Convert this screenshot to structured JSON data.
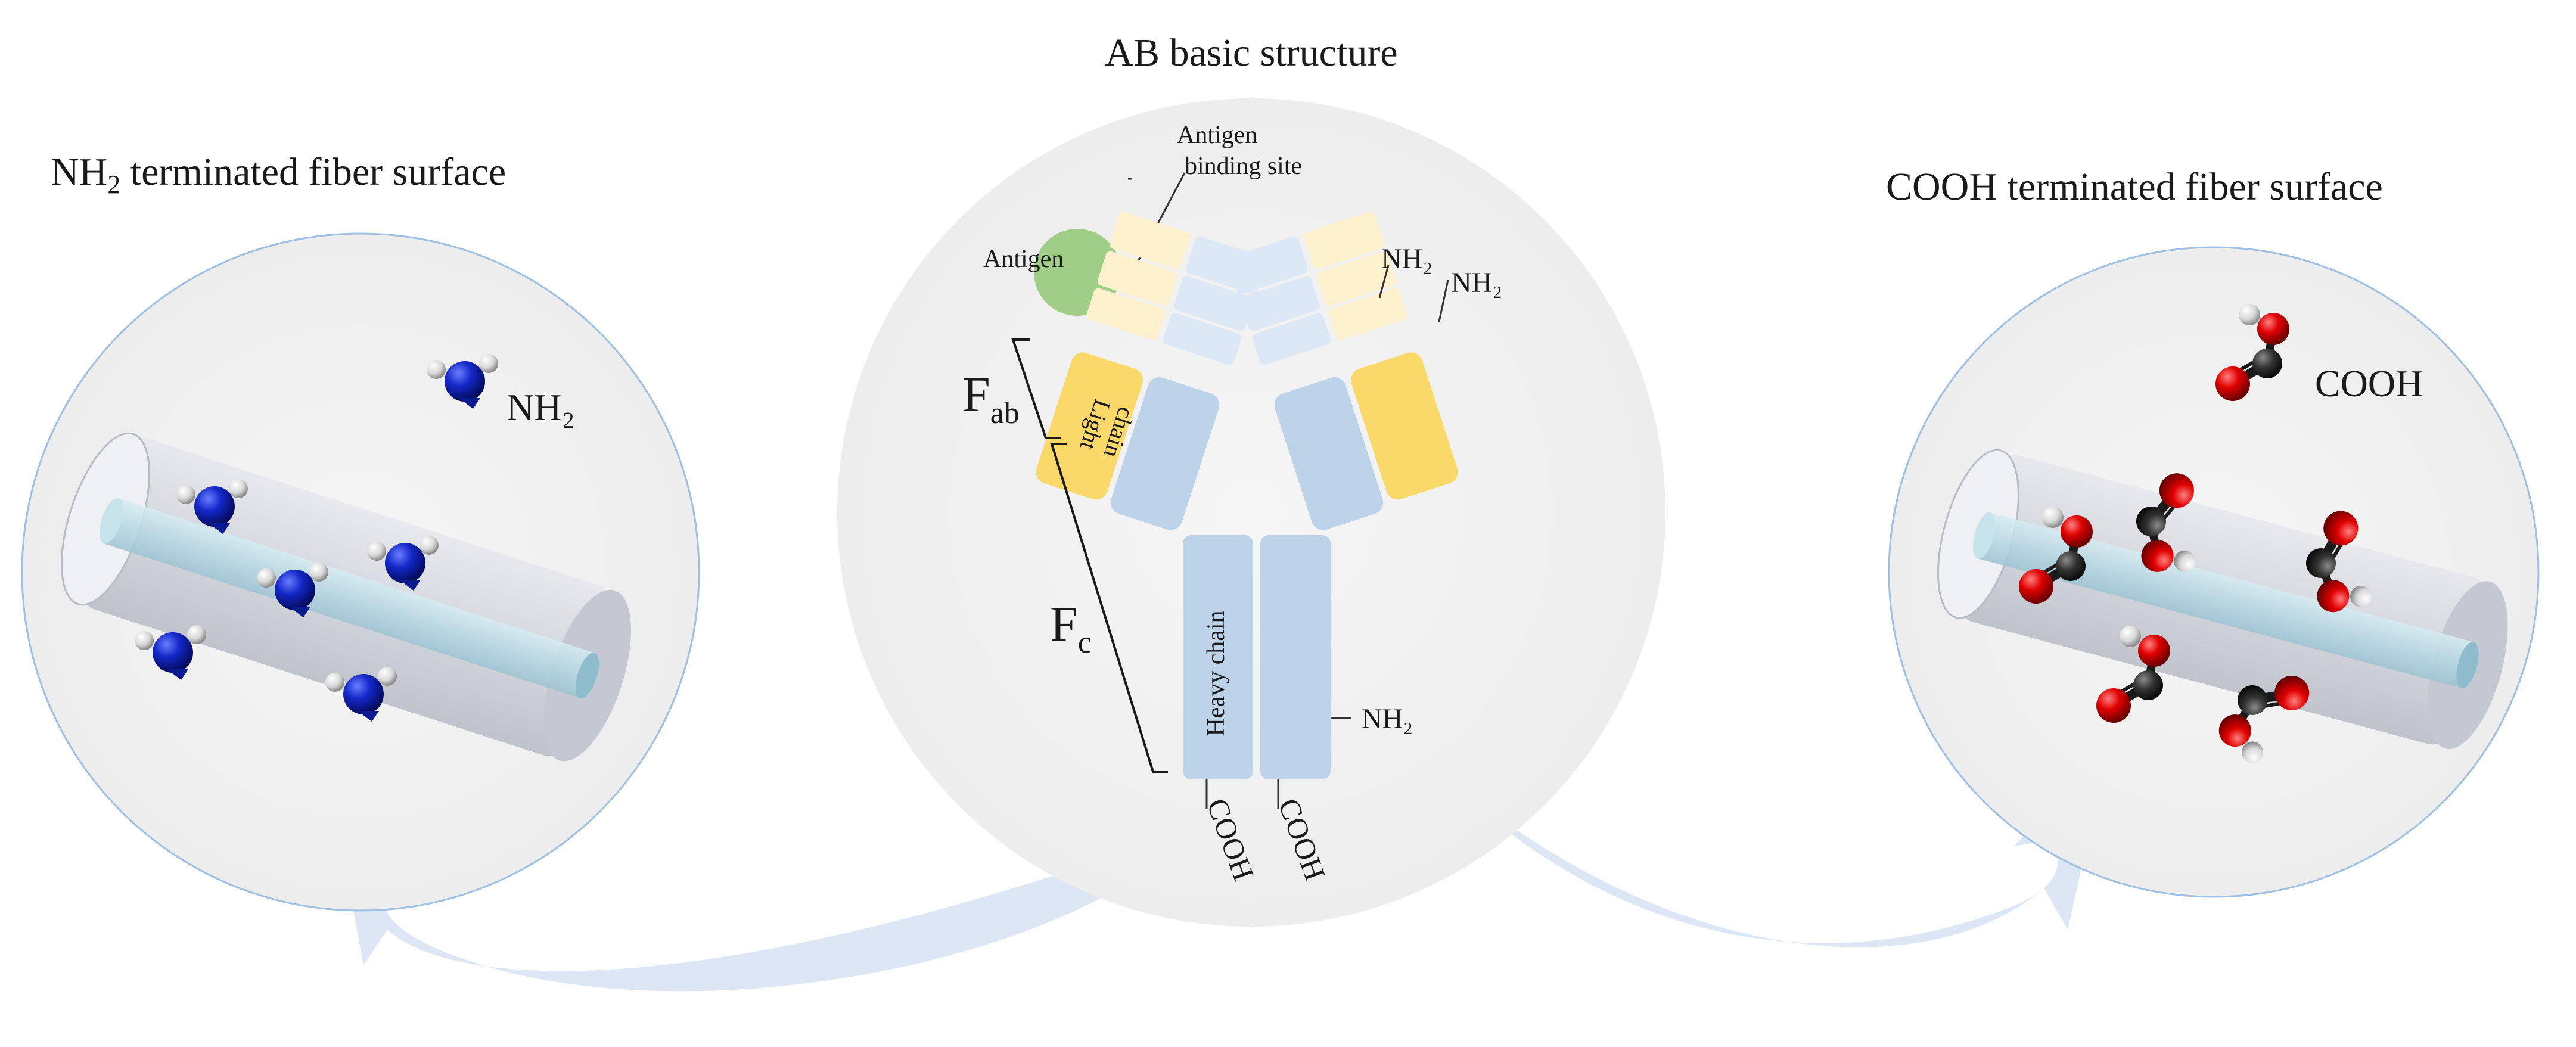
{
  "center": {
    "title": "AB basic structure",
    "antigen_label": "Antigen",
    "binding_site_line1": "Antigen",
    "binding_site_line2": "binding site",
    "fab_main": "F",
    "fab_sub": "ab",
    "fc_main": "F",
    "fc_sub": "c",
    "light_chain_line1": "Light",
    "light_chain_line2": "chain",
    "heavy_chain": "Heavy chain",
    "nh2_a": "NH₂",
    "nh2_b": "NH₂",
    "nh2_side": "NH₂",
    "cooh_left": "COOH",
    "cooh_right": "COOH"
  },
  "left_panel": {
    "title_main": "NH",
    "title_sub": "2",
    "title_rest": " terminated fiber surface",
    "legend_label": "NH₂"
  },
  "right_panel": {
    "title": "COOH terminated fiber surface",
    "legend_label": "COOH"
  },
  "colors": {
    "nitrogen": "#0a1fb8",
    "oxygen": "#d90000",
    "carbon": "#2a2a2a",
    "hydrogen": "#e6e6e6",
    "light_chain": "#fbd86a",
    "heavy_chain": "#bcd3ea",
    "antigen": "#9fce86",
    "arrow": "#dce6f5"
  }
}
